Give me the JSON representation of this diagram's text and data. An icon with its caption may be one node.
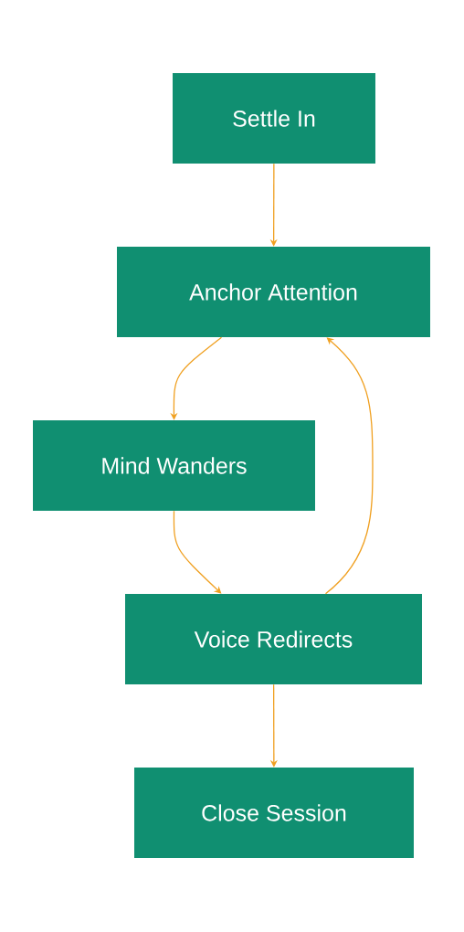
{
  "diagram": {
    "nodes": [
      {
        "text": [
          "Settle In"
        ]
      },
      {
        "text": [
          "Anchor Attention"
        ]
      },
      {
        "text": [
          "Mind Wanders"
        ]
      },
      {
        "text": [
          "Voice Redirects"
        ]
      },
      {
        "text": [
          "Close Session"
        ]
      }
    ],
    "edges": [
      {
        "from": 0,
        "to": 1,
        "arrow": "to"
      },
      {
        "from": 1,
        "to": 2,
        "arrow": "to"
      },
      {
        "from": 2,
        "to": 3,
        "arrow": "to"
      },
      {
        "from": 3,
        "to": 1,
        "arrow": "to"
      },
      {
        "from": 3,
        "to": 4,
        "arrow": "to"
      }
    ]
  }
}
